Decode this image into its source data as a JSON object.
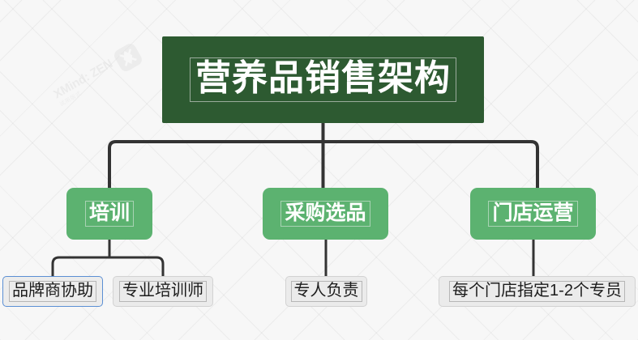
{
  "diagram": {
    "type": "org-chart",
    "tool_watermark": {
      "product": "XMind: ZEN",
      "subtitle": "试用版式",
      "logo_icon": "xmind-logo-icon"
    },
    "root": {
      "id": "root",
      "label": "营养品销售架构",
      "fill": "#2d5a31",
      "text_color": "#ffffff"
    },
    "branches": [
      {
        "id": "training",
        "label": "培训",
        "fill": "#5cb270",
        "text_color": "#ffffff",
        "children": [
          {
            "id": "brand-support",
            "label": "品牌商协助",
            "fill": "#ebebeb",
            "text_color": "#1c1c1c",
            "selected": true,
            "selection_color": "#5b8fd4"
          },
          {
            "id": "pro-trainer",
            "label": "专业培训师",
            "fill": "#ebebeb",
            "text_color": "#1c1c1c",
            "selected": false
          }
        ]
      },
      {
        "id": "purchasing",
        "label": "采购选品",
        "fill": "#5cb270",
        "text_color": "#ffffff",
        "children": [
          {
            "id": "dedicated",
            "label": "专人负责",
            "fill": "#ebebeb",
            "text_color": "#1c1c1c",
            "selected": false
          }
        ]
      },
      {
        "id": "store-ops",
        "label": "门店运营",
        "fill": "#5cb270",
        "text_color": "#ffffff",
        "children": [
          {
            "id": "store-spec",
            "label": "每个门店指定1-2个专员",
            "fill": "#ebebeb",
            "text_color": "#1c1c1c",
            "selected": false
          }
        ]
      }
    ],
    "connector_color": "#333333",
    "canvas_background": "#f7f7f7"
  }
}
